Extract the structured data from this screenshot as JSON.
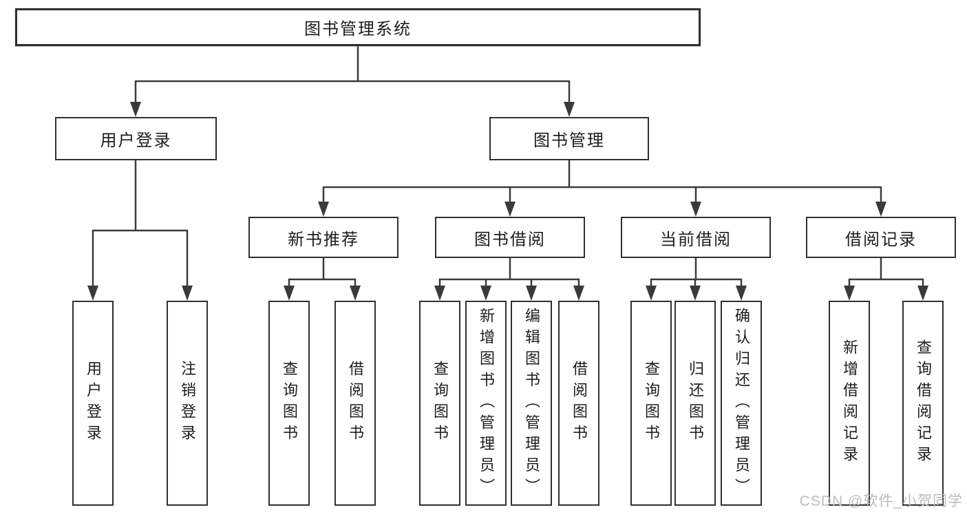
{
  "diagram": {
    "root": {
      "label": "图书管理系统"
    },
    "level2": [
      {
        "label": "用户登录"
      },
      {
        "label": "图书管理"
      }
    ],
    "level3": [
      {
        "label": "新书推荐"
      },
      {
        "label": "图书借阅"
      },
      {
        "label": "当前借阅"
      },
      {
        "label": "借阅记录"
      }
    ],
    "leaves": {
      "user_login": [
        {
          "label": "用户登录"
        },
        {
          "label": "注销登录"
        }
      ],
      "new_book": [
        {
          "label": "查询图书"
        },
        {
          "label": "借阅图书"
        }
      ],
      "book_borrow": [
        {
          "label": "查询图书"
        },
        {
          "label": "新增图书（管理员）"
        },
        {
          "label": "编辑图书（管理员）"
        },
        {
          "label": "借阅图书"
        }
      ],
      "current_borrow": [
        {
          "label": "查询图书"
        },
        {
          "label": "归还图书"
        },
        {
          "label": "确认归还（管理员）"
        }
      ],
      "borrow_record": [
        {
          "label": "新增借阅记录"
        },
        {
          "label": "查询借阅记录"
        }
      ]
    }
  },
  "watermark": {
    "text": "CSDN @软件_小贺同学"
  },
  "colors": {
    "line": "#3a3a3a",
    "border": "#2f2f2f",
    "text": "#1d1d1d",
    "watermark": "#b9bdbf",
    "background": "#ffffff"
  }
}
